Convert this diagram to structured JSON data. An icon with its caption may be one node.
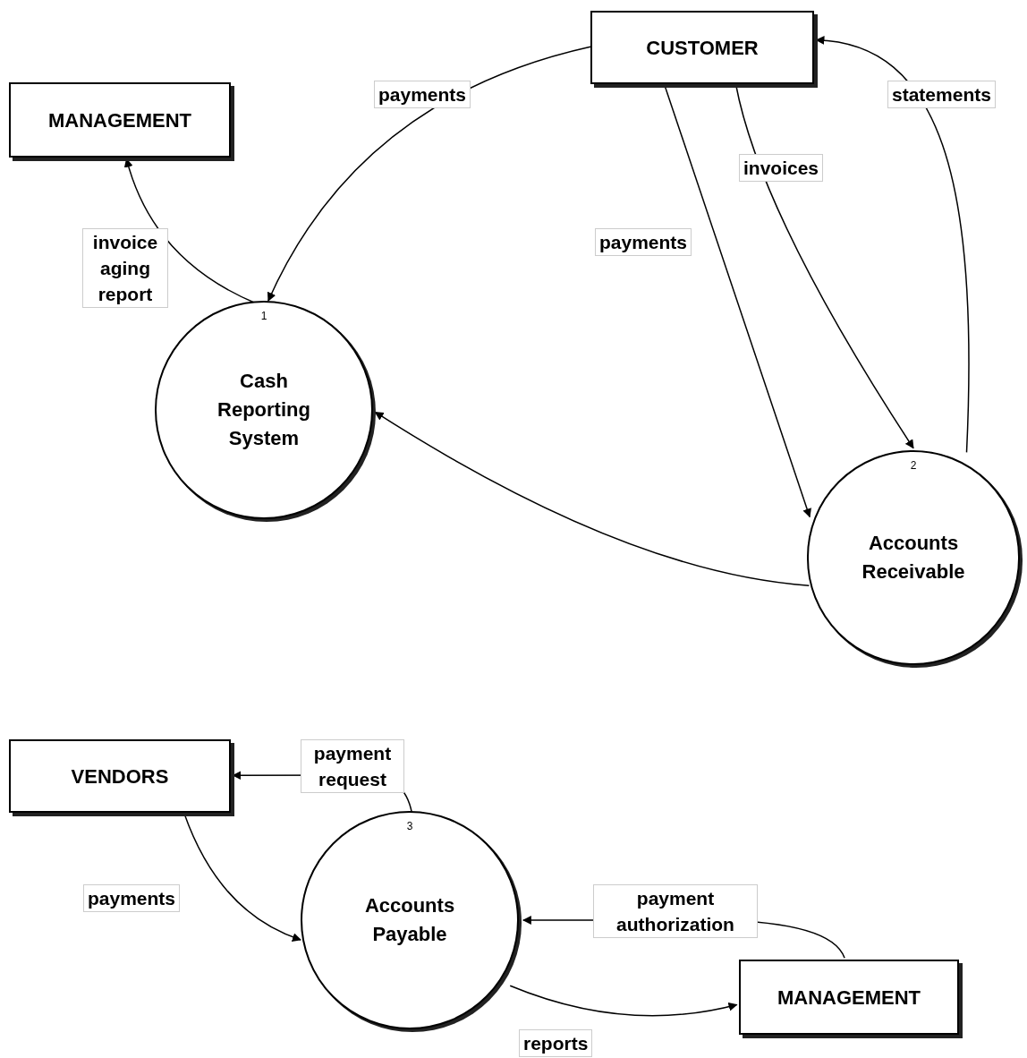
{
  "diagram": {
    "nodes": [
      {
        "text": [
          "MANAGEMENT"
        ]
      },
      {
        "text": [
          "CUSTOMER"
        ]
      },
      {
        "text": [
          "1",
          "Cash Reporting System"
        ]
      },
      {
        "text": [
          "2",
          "Accounts Receivable"
        ]
      },
      {
        "text": [
          "VENDORS"
        ]
      },
      {
        "text": [
          "3",
          "Accounts Payable"
        ]
      },
      {
        "text": [
          "MANAGEMENT"
        ]
      }
    ],
    "edges": [
      {
        "from": 1,
        "to": 2,
        "arrow": "to",
        "label": "payments"
      },
      {
        "from": 2,
        "to": 0,
        "arrow": "to",
        "label": "invoice aging report"
      },
      {
        "from": 1,
        "to": 3,
        "arrow": "to",
        "label": "payments"
      },
      {
        "from": 1,
        "to": 3,
        "arrow": "to",
        "label": "invoices"
      },
      {
        "from": 3,
        "to": 1,
        "arrow": "to",
        "label": "statements"
      },
      {
        "from": 3,
        "to": 2,
        "arrow": "to"
      },
      {
        "from": 5,
        "to": 4,
        "arrow": "to",
        "label": "payment request"
      },
      {
        "from": 4,
        "to": 5,
        "arrow": "to",
        "label": "payments"
      },
      {
        "from": 6,
        "to": 5,
        "arrow": "to",
        "label": "payment authorization"
      },
      {
        "from": 5,
        "to": 6,
        "arrow": "to",
        "label": "reports"
      }
    ]
  }
}
